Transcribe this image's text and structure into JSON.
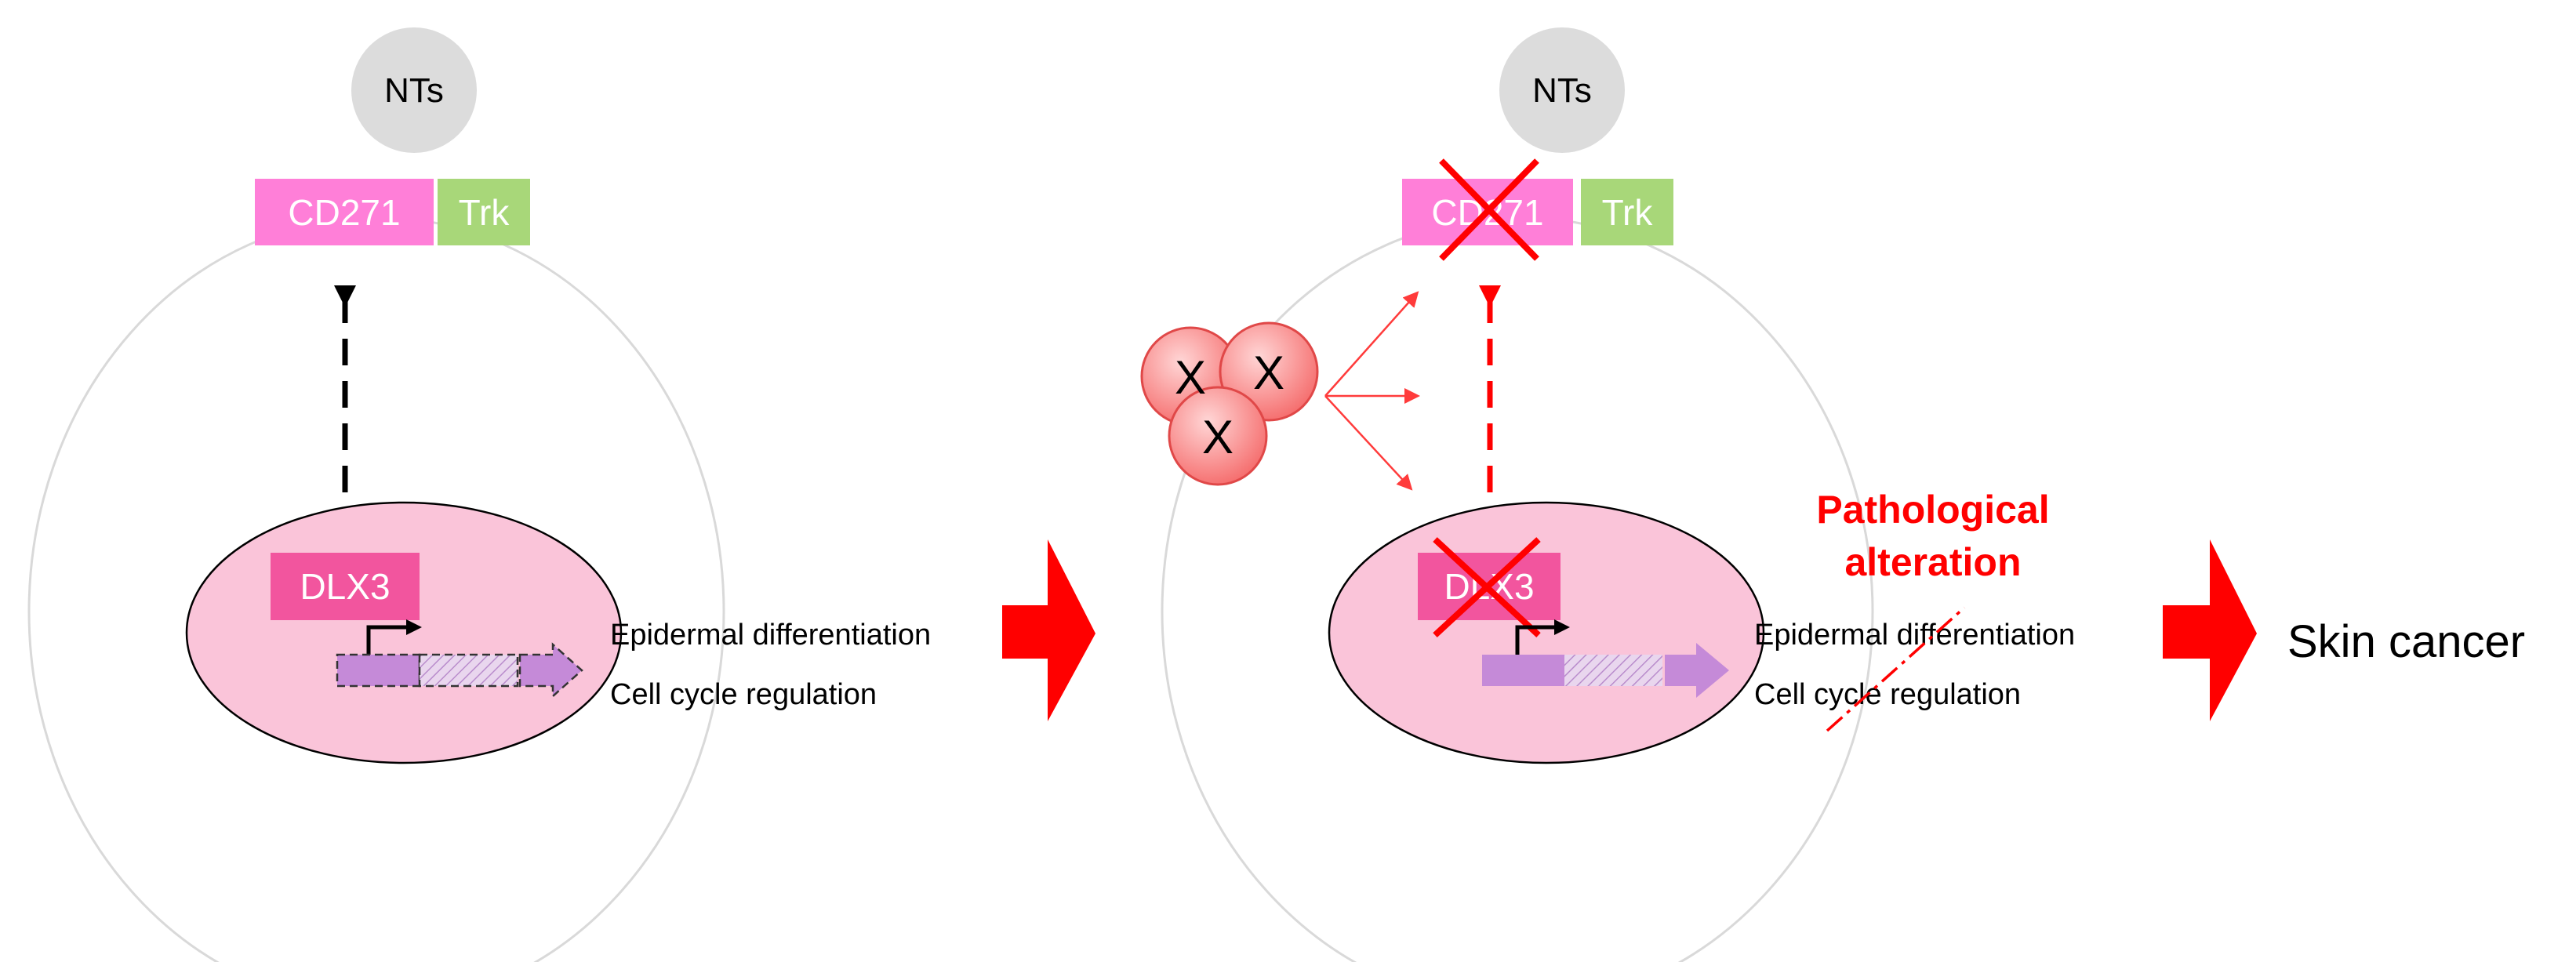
{
  "colors": {
    "cd271": "#ff7fd8",
    "trk": "#a8d779",
    "dlx3": "#f2559e",
    "nucleus": "#fac4d9",
    "nts_circle": "#dcdcdc",
    "red": "#ff0000",
    "gene_box": "#c58ad8"
  },
  "left_panel": {
    "nts": "NTs",
    "cd271": "CD271",
    "trk": "Trk",
    "dlx3": "DLX3",
    "outcomes": [
      "Epidermal differentiation",
      "Cell cycle regulation"
    ]
  },
  "right_panel": {
    "nts": "NTs",
    "cd271": "CD271",
    "trk": "Trk",
    "dlx3": "DLX3",
    "x_factors": [
      "X",
      "X",
      "X"
    ],
    "pathological_line1": "Pathological",
    "pathological_line2": "alteration",
    "outcomes": [
      "Epidermal differentiation",
      "Cell cycle regulation"
    ]
  },
  "result": "Skin cancer"
}
